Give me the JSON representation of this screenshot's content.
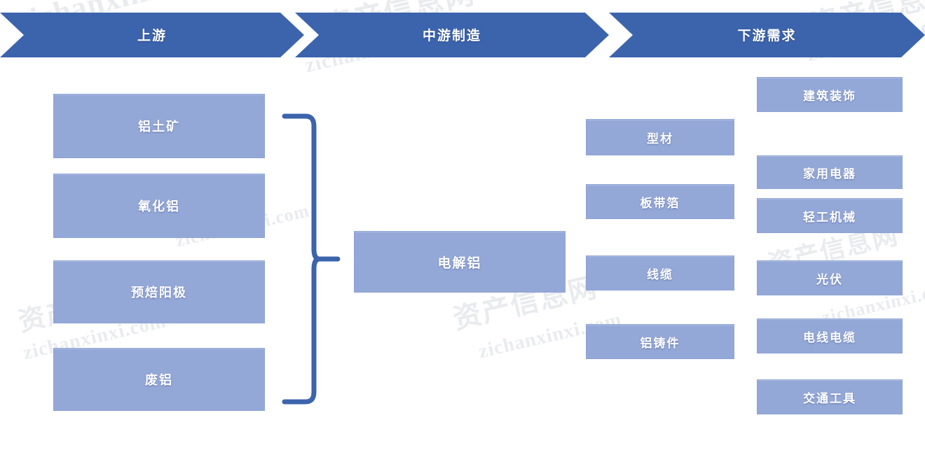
{
  "diagram": {
    "title_watermark_cn": "资产信息网",
    "title_watermark_en": "zichanxinxi.com",
    "colors": {
      "banner_blue": "#3c64ad",
      "node_fill": "#94a8d8",
      "node_border": "#8fa4d4",
      "brace_blue": "#3c64ad",
      "background": "#ffffff",
      "label_text": "#ffffff"
    },
    "stages": [
      {
        "label": "上游"
      },
      {
        "label": "中游制造"
      },
      {
        "label": "下游需求"
      }
    ],
    "upstream_nodes": [
      {
        "label": "铝土矿"
      },
      {
        "label": "氧化铝"
      },
      {
        "label": "预焙阳极"
      },
      {
        "label": "废铝"
      }
    ],
    "midstream_core": {
      "label": "电解铝"
    },
    "midstream_products": [
      {
        "label": "型材"
      },
      {
        "label": "板带箔"
      },
      {
        "label": "线缆"
      },
      {
        "label": "铝铸件"
      }
    ],
    "downstream_nodes": [
      {
        "label": "建筑装饰"
      },
      {
        "label": "家用电器"
      },
      {
        "label": "轻工机械"
      },
      {
        "label": "光伏"
      },
      {
        "label": "电线电缆"
      },
      {
        "label": "交通工具"
      }
    ]
  }
}
